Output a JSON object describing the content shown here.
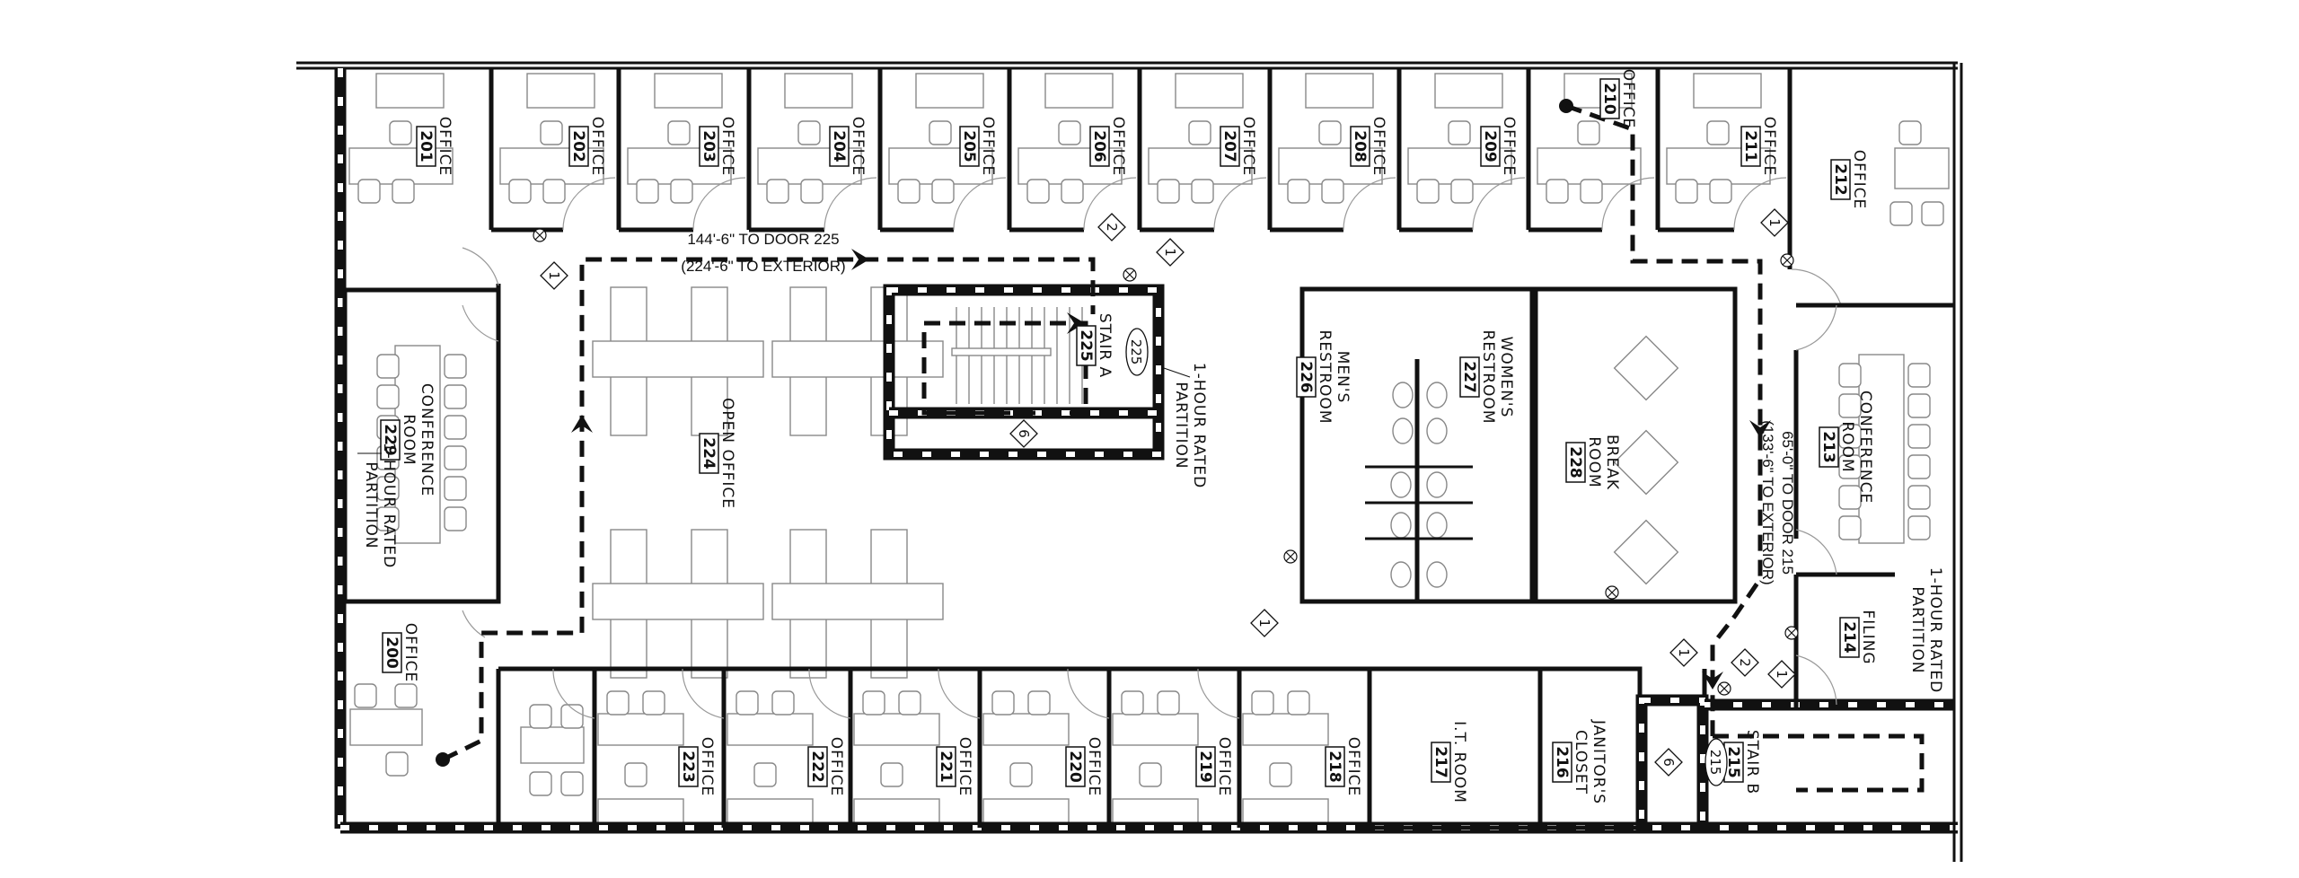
{
  "rooms": [
    {
      "name": [
        "OFFICE"
      ],
      "number": "201"
    },
    {
      "name": [
        "OFFICE"
      ],
      "number": "202"
    },
    {
      "name": [
        "OFFICE"
      ],
      "number": "203"
    },
    {
      "name": [
        "OFFICE"
      ],
      "number": "204"
    },
    {
      "name": [
        "OFFICE"
      ],
      "number": "205"
    },
    {
      "name": [
        "OFFICE"
      ],
      "number": "206"
    },
    {
      "name": [
        "OFFICE"
      ],
      "number": "207"
    },
    {
      "name": [
        "OFFICE"
      ],
      "number": "208"
    },
    {
      "name": [
        "OFFICE"
      ],
      "number": "209"
    },
    {
      "name": [
        "OFFICE"
      ],
      "number": "210"
    },
    {
      "name": [
        "OFFICE"
      ],
      "number": "211"
    },
    {
      "name": [
        "OFFICE"
      ],
      "number": "212"
    },
    {
      "name": [
        "CONFERENCE",
        "ROOM"
      ],
      "number": "229"
    },
    {
      "name": [
        "OPEN OFFICE"
      ],
      "number": "224"
    },
    {
      "name": [
        "STAIR A"
      ],
      "number": "225"
    },
    {
      "name": [
        "MEN'S",
        "RESTROOM"
      ],
      "number": "226"
    },
    {
      "name": [
        "WOMEN'S",
        "RESTROOM"
      ],
      "number": "227"
    },
    {
      "name": [
        "BREAK",
        "ROOM"
      ],
      "number": "228"
    },
    {
      "name": [
        "CONFERENCE",
        "ROOM"
      ],
      "number": "213"
    },
    {
      "name": [
        "FILING"
      ],
      "number": "214"
    },
    {
      "name": [
        "OFFICE"
      ],
      "number": "200"
    },
    {
      "name": [
        "OFFICE"
      ],
      "number": "223"
    },
    {
      "name": [
        "OFFICE"
      ],
      "number": "222"
    },
    {
      "name": [
        "OFFICE"
      ],
      "number": "221"
    },
    {
      "name": [
        "OFFICE"
      ],
      "number": "220"
    },
    {
      "name": [
        "OFFICE"
      ],
      "number": "219"
    },
    {
      "name": [
        "OFFICE"
      ],
      "number": "218"
    },
    {
      "name": [
        "I.T. ROOM"
      ],
      "number": "217"
    },
    {
      "name": [
        "JANITOR'S",
        "CLOSET"
      ],
      "number": "216"
    },
    {
      "name": [
        "STAIR B"
      ],
      "number": "215"
    }
  ],
  "egress_notes": [
    {
      "lines": [
        "144'-6\" TO DOOR 225",
        "(224'-6\" TO EXTERIOR)"
      ]
    },
    {
      "lines": [
        "65'-0\" TO DOOR 215",
        "(133'-6\" TO EXTERIOR)"
      ]
    }
  ],
  "partition_notes": [
    {
      "lines": [
        "1-HOUR RATED",
        "PARTITION"
      ]
    },
    {
      "lines": [
        "1-HOUR RATED",
        "PARTITION"
      ]
    },
    {
      "lines": [
        "1-HOUR RATED",
        "PARTITION"
      ]
    }
  ],
  "door_tags": [
    "225",
    "215"
  ],
  "keynote_tags": [
    "1",
    "2",
    "1",
    "6",
    "1",
    "1",
    "1",
    "2",
    "1",
    "6"
  ]
}
